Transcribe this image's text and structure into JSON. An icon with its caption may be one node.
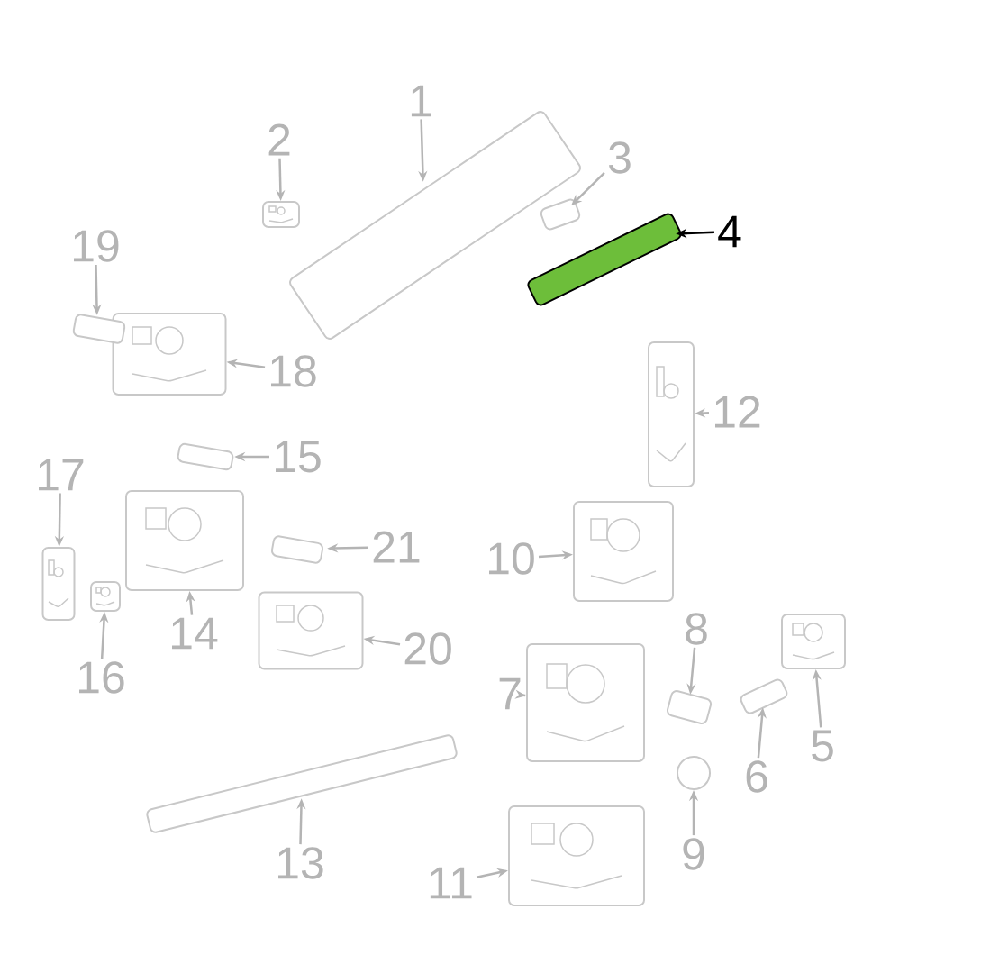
{
  "diagram": {
    "nodes": [
      {
        "text": [
          "1"
        ]
      },
      {
        "text": [],
        "shape": "picture"
      },
      {
        "text": [
          "2"
        ]
      },
      {
        "text": [],
        "shape": "picture"
      },
      {
        "text": [
          "3"
        ]
      },
      {
        "text": [],
        "shape": "picture"
      },
      {
        "text": [
          "4"
        ]
      },
      {
        "text": [],
        "shape": "picture"
      },
      {
        "text": [
          "5"
        ]
      },
      {
        "text": [],
        "shape": "picture"
      },
      {
        "text": [
          "6"
        ]
      },
      {
        "text": [],
        "shape": "picture"
      },
      {
        "text": [
          "7"
        ]
      },
      {
        "text": [],
        "shape": "picture"
      },
      {
        "text": [
          "8"
        ]
      },
      {
        "text": [],
        "shape": "picture"
      },
      {
        "text": [
          "9"
        ]
      },
      {
        "text": [],
        "shape": "circle"
      },
      {
        "text": [
          "10"
        ]
      },
      {
        "text": [],
        "shape": "picture"
      },
      {
        "text": [
          "11"
        ]
      },
      {
        "text": [],
        "shape": "picture"
      },
      {
        "text": [
          "12"
        ]
      },
      {
        "text": [],
        "shape": "picture"
      },
      {
        "text": [
          "13"
        ]
      },
      {
        "text": [],
        "shape": "picture"
      },
      {
        "text": [
          "14"
        ]
      },
      {
        "text": [],
        "shape": "picture"
      },
      {
        "text": [
          "15"
        ]
      },
      {
        "text": [],
        "shape": "picture"
      },
      {
        "text": [
          "16"
        ]
      },
      {
        "text": [],
        "shape": "picture"
      },
      {
        "text": [
          "17"
        ]
      },
      {
        "text": [],
        "shape": "picture"
      },
      {
        "text": [
          "18"
        ]
      },
      {
        "text": [],
        "shape": "picture"
      },
      {
        "text": [
          "19"
        ]
      },
      {
        "text": [],
        "shape": "picture"
      },
      {
        "text": [
          "20"
        ]
      },
      {
        "text": [],
        "shape": "picture"
      },
      {
        "text": [
          "21"
        ]
      },
      {
        "text": [],
        "shape": "picture"
      }
    ],
    "edges": [
      {
        "from": 0,
        "to": 1,
        "arrow": "to"
      },
      {
        "from": 2,
        "to": 3,
        "arrow": "to"
      },
      {
        "from": 4,
        "to": 5,
        "arrow": "to"
      },
      {
        "from": 6,
        "to": 7,
        "arrow": "to",
        "color": "#000000"
      },
      {
        "from": 8,
        "to": 9,
        "arrow": "to"
      },
      {
        "from": 10,
        "to": 11,
        "arrow": "to"
      },
      {
        "from": 12,
        "to": 13,
        "arrow": "to"
      },
      {
        "from": 14,
        "to": 15,
        "arrow": "to"
      },
      {
        "from": 16,
        "to": 17,
        "arrow": "to"
      },
      {
        "from": 18,
        "to": 19,
        "arrow": "to"
      },
      {
        "from": 20,
        "to": 21,
        "arrow": "to"
      },
      {
        "from": 22,
        "to": 23,
        "arrow": "to"
      },
      {
        "from": 24,
        "to": 25,
        "arrow": "to"
      },
      {
        "from": 26,
        "to": 27,
        "arrow": "to"
      },
      {
        "from": 28,
        "to": 29,
        "arrow": "to"
      },
      {
        "from": 30,
        "to": 31,
        "arrow": "to"
      },
      {
        "from": 32,
        "to": 33,
        "arrow": "to"
      },
      {
        "from": 34,
        "to": 35,
        "arrow": "to"
      },
      {
        "from": 36,
        "to": 37,
        "arrow": "to"
      },
      {
        "from": 38,
        "to": 39,
        "arrow": "to"
      },
      {
        "from": 40,
        "to": 41,
        "arrow": "to"
      }
    ]
  }
}
